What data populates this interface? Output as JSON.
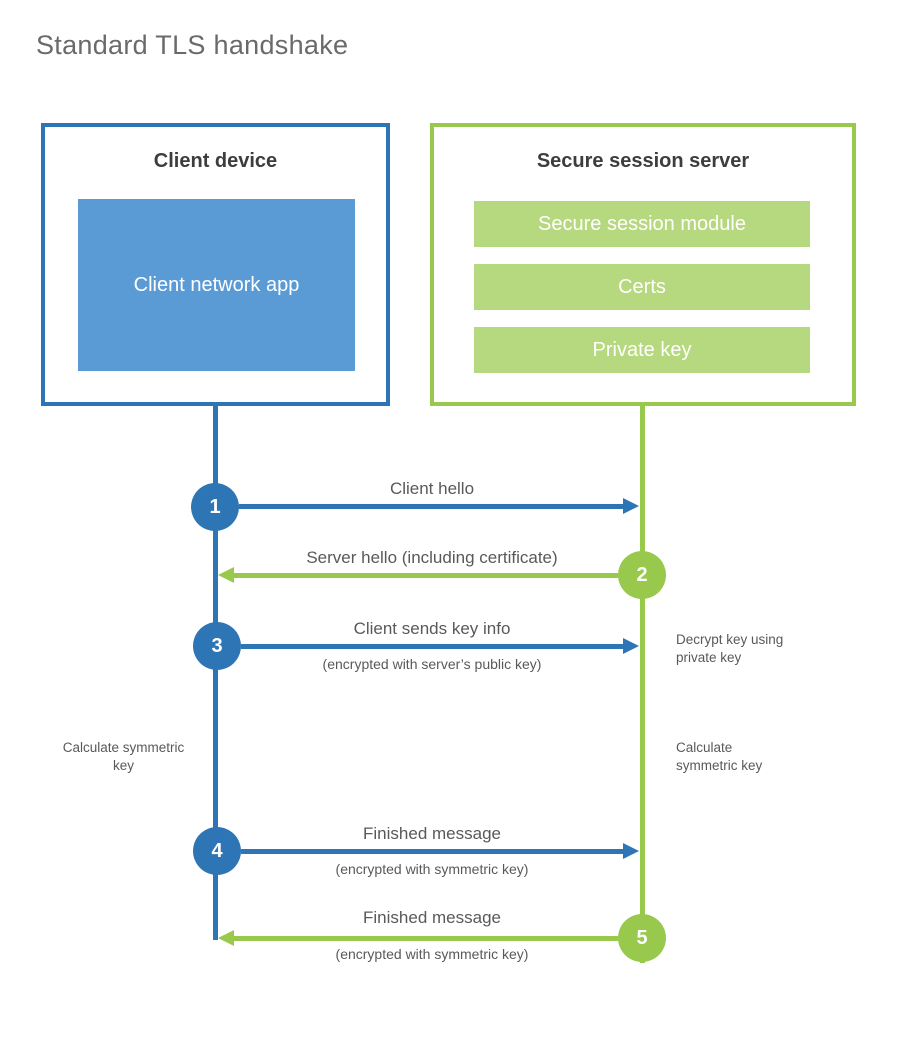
{
  "title": "Standard TLS handshake",
  "colors": {
    "blue_accent": "#2e75b6",
    "blue_fill": "#5b9bd5",
    "green_accent": "#98c84c",
    "green_fill": "#b6d87f",
    "heading_text": "#3d3d3d",
    "label_text": "#595959"
  },
  "client": {
    "title": "Client device",
    "app_label": "Client network app"
  },
  "server": {
    "title": "Secure session server",
    "modules": [
      "Secure session module",
      "Certs",
      "Private key"
    ]
  },
  "messages": [
    {
      "step": "1",
      "from": "client",
      "to": "server",
      "label": "Client hello",
      "sublabel": ""
    },
    {
      "step": "2",
      "from": "server",
      "to": "client",
      "label": "Server hello (including certificate)",
      "sublabel": ""
    },
    {
      "step": "3",
      "from": "client",
      "to": "server",
      "label": "Client sends key info",
      "sublabel": "(encrypted with server’s public key)"
    },
    {
      "step": "4",
      "from": "client",
      "to": "server",
      "label": "Finished message",
      "sublabel": "(encrypted with symmetric key)"
    },
    {
      "step": "5",
      "from": "server",
      "to": "client",
      "label": "Finished message",
      "sublabel": "(encrypted with symmetric key)"
    }
  ],
  "notes": {
    "decrypt": "Decrypt key using private key",
    "calc_left": "Calculate symmetric key",
    "calc_right": "Calculate symmetric key"
  }
}
